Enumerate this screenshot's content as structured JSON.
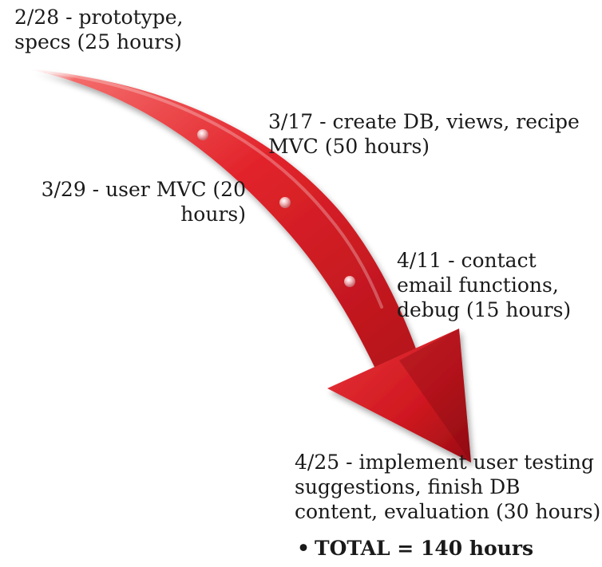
{
  "milestones": [
    {
      "lines": [
        "2/28 - prototype,",
        "specs (25 hours)"
      ]
    },
    {
      "lines": [
        "3/17 - create DB, views, recipe",
        "MVC (50 hours)"
      ]
    },
    {
      "lines": [
        "3/29 - user MVC (20",
        "hours)"
      ]
    },
    {
      "lines": [
        "4/11 - contact",
        "email functions,",
        "debug (15 hours)"
      ]
    },
    {
      "lines": [
        "4/25 - implement user testing",
        "suggestions, finish DB",
        "content, evaluation (30 hours)"
      ]
    }
  ],
  "total": {
    "bullet": "•",
    "text": "TOTAL = 140 hours"
  },
  "colors": {
    "arrow_light": "#f0504f",
    "arrow_mid": "#d61f26",
    "arrow_dark": "#8e0c12",
    "dot": "#f6c7c8"
  }
}
